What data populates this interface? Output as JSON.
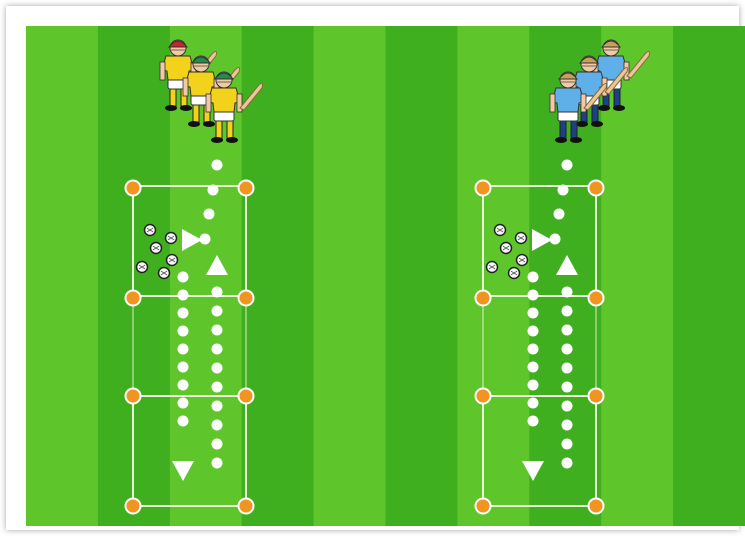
{
  "pitch": {
    "stripe_light": "#5ec62a",
    "stripe_dark": "#3fae1f",
    "stripe_count": 10,
    "line_color": "#e9f7d8"
  },
  "cone_color": "#f29421",
  "marker_color": "#ffffff",
  "drills": [
    {
      "name": "left-drill",
      "team_kit": {
        "jersey": "#f2d21a",
        "shorts": "#ffffff",
        "socks": "#f2d21a",
        "helmet": [
          "#c8262b",
          "#2a8a4a",
          "#2a8a4a"
        ]
      },
      "players": 3,
      "balls": 6
    },
    {
      "name": "right-drill",
      "team_kit": {
        "jersey": "#5fb0e8",
        "shorts": "#ffffff",
        "socks": "#1f3f86",
        "helmet": [
          "#c7a05a",
          "#c7a05a",
          "#c7a05a"
        ]
      },
      "players": 3,
      "balls": 6
    }
  ]
}
